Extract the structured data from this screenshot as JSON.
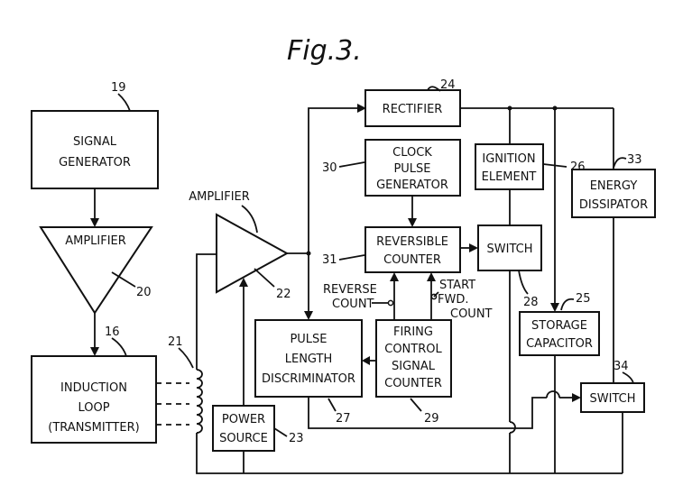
{
  "figure_title": "Fig.3.",
  "blocks": {
    "signal_generator": {
      "line1": "SIGNAL",
      "line2": "GENERATOR",
      "ref": "19"
    },
    "amplifier_20": {
      "label": "AMPLIFIER",
      "ref": "20"
    },
    "induction_loop": {
      "line1": "INDUCTION",
      "line2": "LOOP",
      "line3": "(TRANSMITTER)",
      "ref": "16"
    },
    "coil": {
      "ref": "21"
    },
    "amplifier_22": {
      "label": "AMPLIFIER",
      "ref": "22"
    },
    "power_source": {
      "line1": "POWER",
      "line2": "SOURCE",
      "ref": "23"
    },
    "rectifier": {
      "label": "RECTIFIER",
      "ref": "24"
    },
    "clock": {
      "line1": "CLOCK",
      "line2": "PULSE",
      "line3": "GENERATOR",
      "ref": "30"
    },
    "reversible_counter": {
      "line1": "REVERSIBLE",
      "line2": "COUNTER",
      "ref": "31"
    },
    "pulse_length": {
      "line1": "PULSE",
      "line2": "LENGTH",
      "line3": "DISCRIMINATOR",
      "ref": "27"
    },
    "firing_control": {
      "line1": "FIRING",
      "line2": "CONTROL",
      "line3": "SIGNAL",
      "line4": "COUNTER",
      "ref": "29"
    },
    "ignition": {
      "line1": "IGNITION",
      "line2": "ELEMENT",
      "ref": "26"
    },
    "switch_28": {
      "label": "SWITCH",
      "ref": "28"
    },
    "storage": {
      "line1": "STORAGE",
      "line2": "CAPACITOR",
      "ref": "25"
    },
    "energy": {
      "line1": "ENERGY",
      "line2": "DISSIPATOR",
      "ref": "33"
    },
    "switch_34": {
      "label": "SWITCH",
      "ref": "34"
    }
  },
  "signals": {
    "reverse_count_1": "REVERSE",
    "reverse_count_2": "COUNT",
    "start_fwd_1": "START",
    "start_fwd_2": "FWD.",
    "start_fwd_3": "COUNT"
  }
}
